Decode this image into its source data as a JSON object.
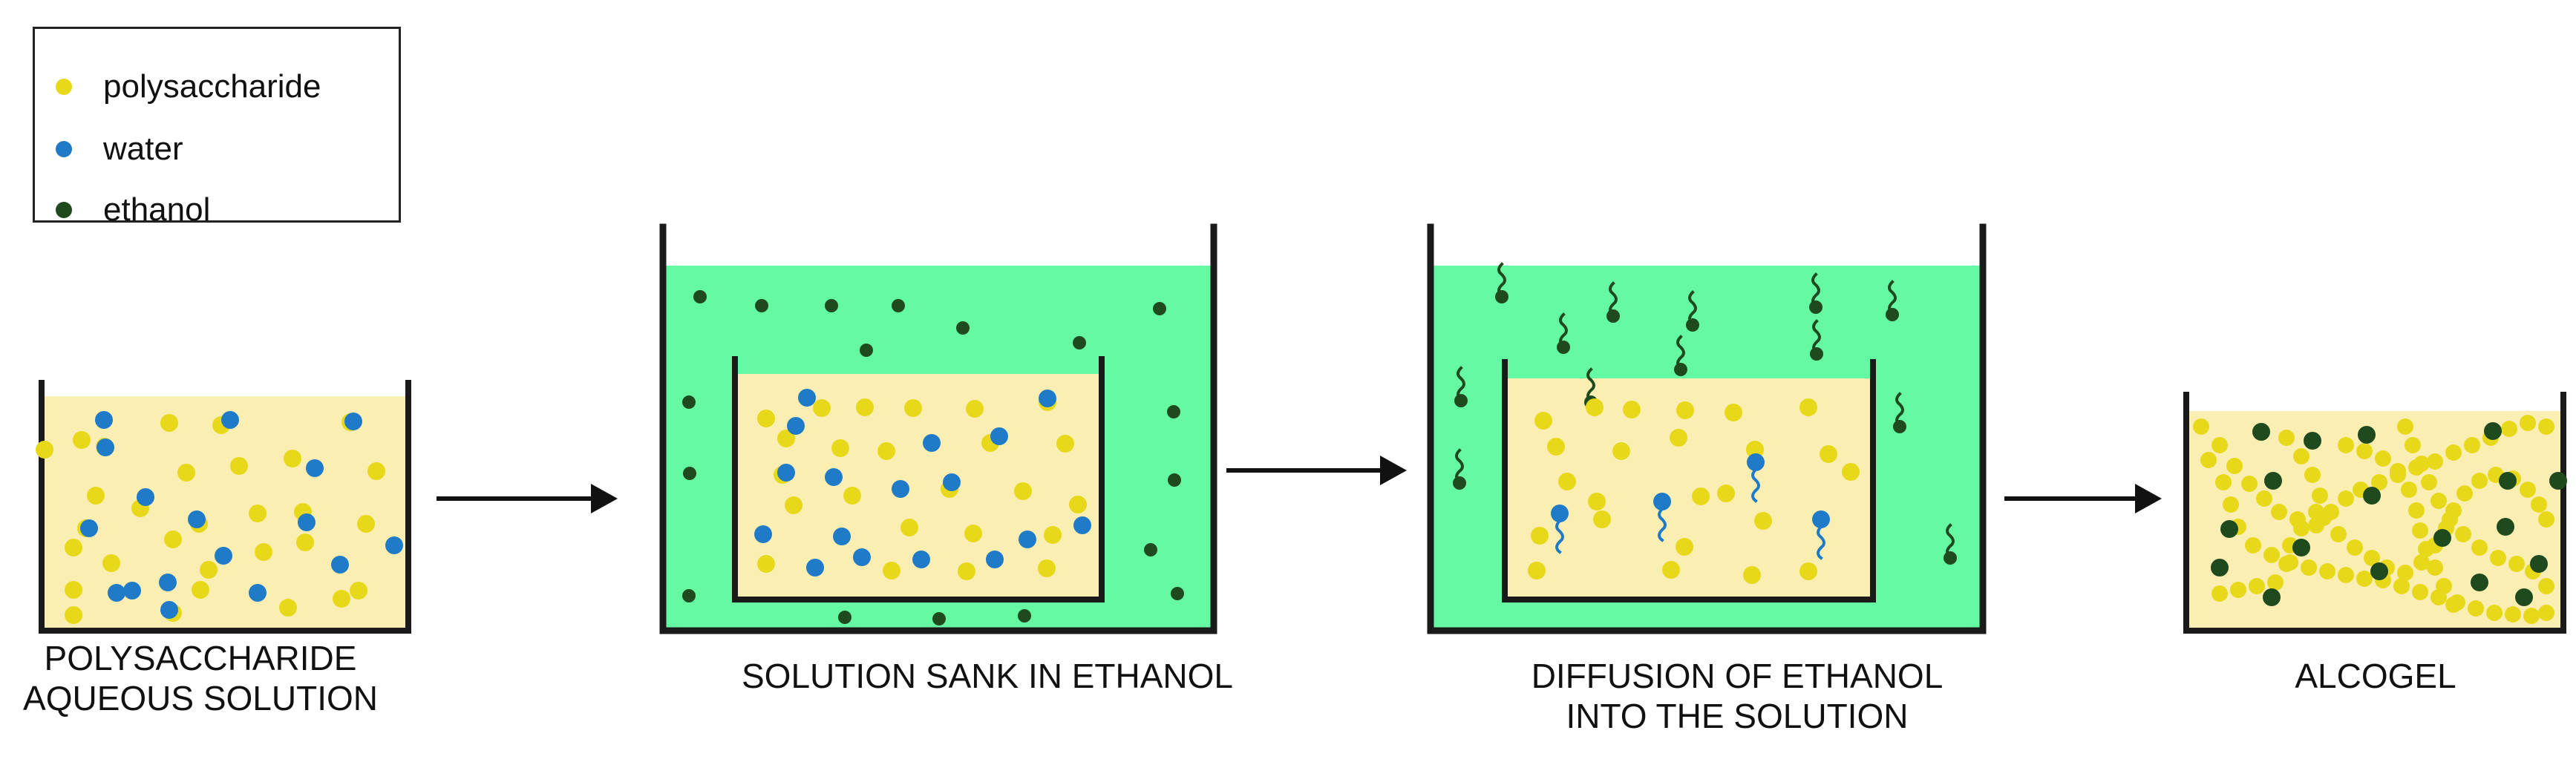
{
  "legend": {
    "items": [
      {
        "label": "polysaccharide",
        "color": "#e8d81a"
      },
      {
        "label": "water",
        "color": "#1f7ac8"
      },
      {
        "label": "ethanol",
        "color": "#1e4a1e"
      }
    ]
  },
  "stages": [
    {
      "label": "POLYSACCHARIDE\nAQUEOUS SOLUTION"
    },
    {
      "label": "SOLUTION SANK IN ETHANOL"
    },
    {
      "label": "DIFFUSION OF ETHANOL\nINTO THE SOLUTION"
    },
    {
      "label": "ALCOGEL"
    }
  ],
  "colors": {
    "solution": "#fbeeb3",
    "ethanol_bath": "#66f9a4",
    "wall": "#1a1a1a",
    "arrow": "#111111"
  }
}
